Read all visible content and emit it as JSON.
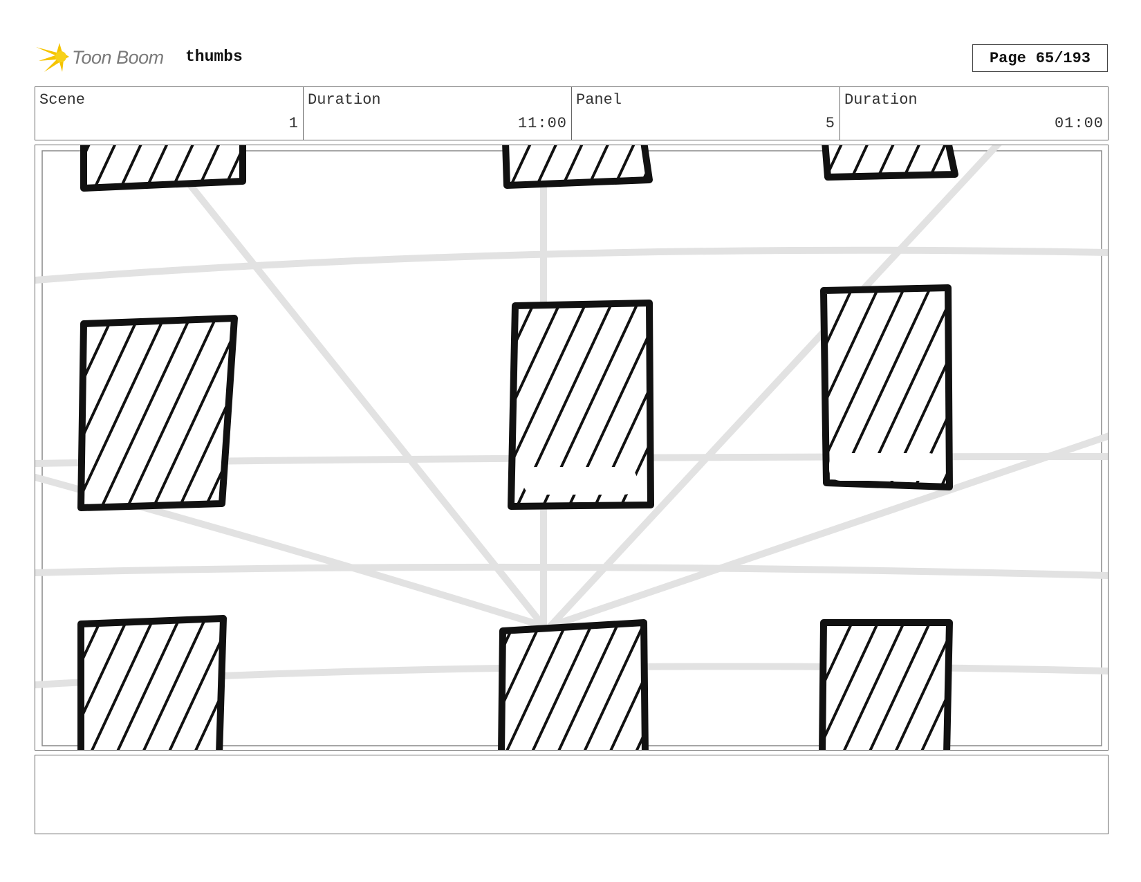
{
  "header": {
    "brand": "Toon Boom",
    "project_name": "thumbs",
    "page_label": "Page",
    "page_value": "65/193"
  },
  "info": {
    "scene_label": "Scene",
    "scene_value": "1",
    "scene_duration_label": "Duration",
    "scene_duration_value": "11:00",
    "panel_label": "Panel",
    "panel_value": "5",
    "panel_duration_label": "Duration",
    "panel_duration_value": "01:00"
  },
  "caption": {
    "text": ""
  },
  "colors": {
    "sketch_ink": "#111111",
    "guide_lines": "#e2e2e2",
    "logo_accent": "#f5c400"
  }
}
